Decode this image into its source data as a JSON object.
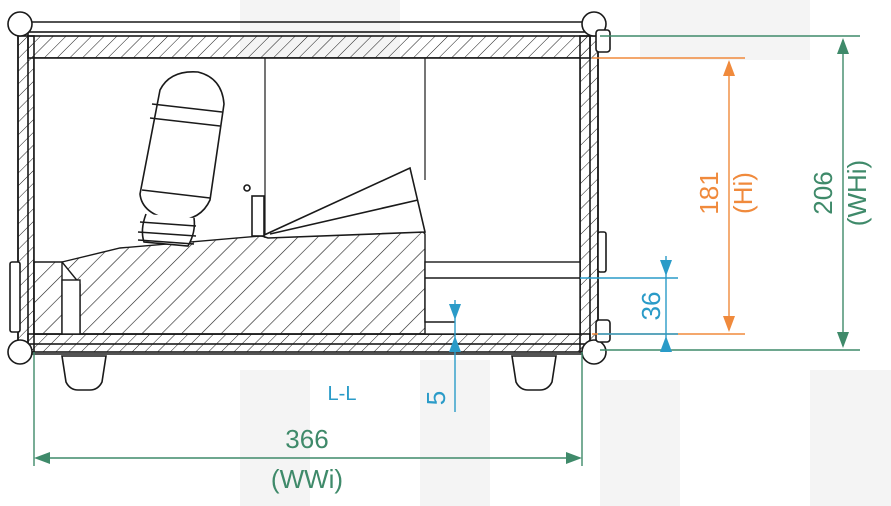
{
  "section_label": "L-L",
  "dimensions": {
    "width": {
      "value": "366",
      "label": "(WWi)"
    },
    "outer_height": {
      "value": "206",
      "label": "(WHi)"
    },
    "inner_height": {
      "value": "181",
      "label": "(Hi)"
    },
    "foam": {
      "value": "36"
    },
    "base": {
      "value": "5"
    }
  },
  "colors": {
    "green": "#3f8a6a",
    "orange": "#f08a3c",
    "blue": "#2a9bc8",
    "outline": "#1a1a1a",
    "hatch": "#1a1a1a"
  }
}
